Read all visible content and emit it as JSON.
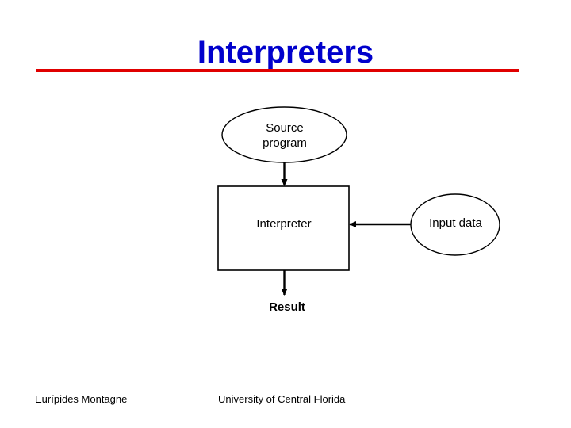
{
  "slide": {
    "title": "Interpreters",
    "title_color": "#0000CC",
    "rule_color": "#E00000",
    "background_color": "#FFFFFF"
  },
  "diagram": {
    "type": "flowchart",
    "stroke_color": "#000000",
    "nodes": [
      {
        "id": "source-program",
        "shape": "ellipse",
        "label": "Source\nprogram"
      },
      {
        "id": "interpreter",
        "shape": "rectangle",
        "label": "Interpreter"
      },
      {
        "id": "input-data",
        "shape": "ellipse",
        "label": "Input data"
      },
      {
        "id": "result",
        "shape": "text",
        "label": "Result"
      }
    ],
    "edges": [
      {
        "from": "source-program",
        "to": "interpreter",
        "direction": "down"
      },
      {
        "from": "input-data",
        "to": "interpreter",
        "direction": "left"
      },
      {
        "from": "interpreter",
        "to": "result",
        "direction": "down"
      }
    ]
  },
  "footer": {
    "author": "Eurípides Montagne",
    "institution": "University of Central Florida"
  }
}
